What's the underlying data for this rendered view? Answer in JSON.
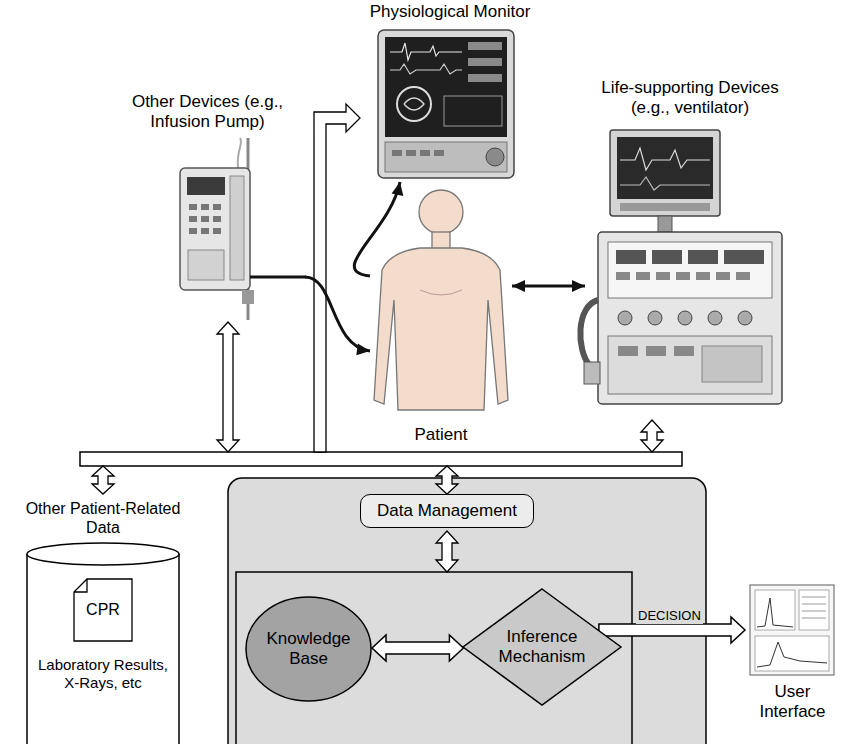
{
  "diagram": {
    "nodes": [
      {
        "text": [
          "Physiological Monitor"
        ]
      },
      {
        "text": [
          "Other Devices (e.g., Infusion Pump)"
        ]
      },
      {
        "text": [
          "Life-supporting Devices (e.g., ventilator)"
        ]
      },
      {
        "text": [
          "Patient"
        ]
      },
      {
        "text": [
          "Other Patient-Related Data",
          "Laboratory Results, X-Rays, etc"
        ]
      },
      {
        "text": [
          "CPR"
        ],
        "in": 4
      },
      {
        "text": [
          "Data Management"
        ]
      },
      {
        "text": [
          "Knowledge Base"
        ]
      },
      {
        "text": [
          "Inference Mechanism"
        ]
      },
      {
        "text": [
          "User Interface"
        ]
      }
    ],
    "edges": [
      {
        "from": 1,
        "to": 3,
        "arrow": "to"
      },
      {
        "from": 3,
        "to": 0,
        "arrow": "to"
      },
      {
        "from": 3,
        "to": 2,
        "arrow": "both"
      },
      {
        "from": 7,
        "to": 8,
        "arrow": "both"
      },
      {
        "from": 8,
        "to": 9,
        "label": "DECISION",
        "arrow": "to"
      }
    ]
  }
}
